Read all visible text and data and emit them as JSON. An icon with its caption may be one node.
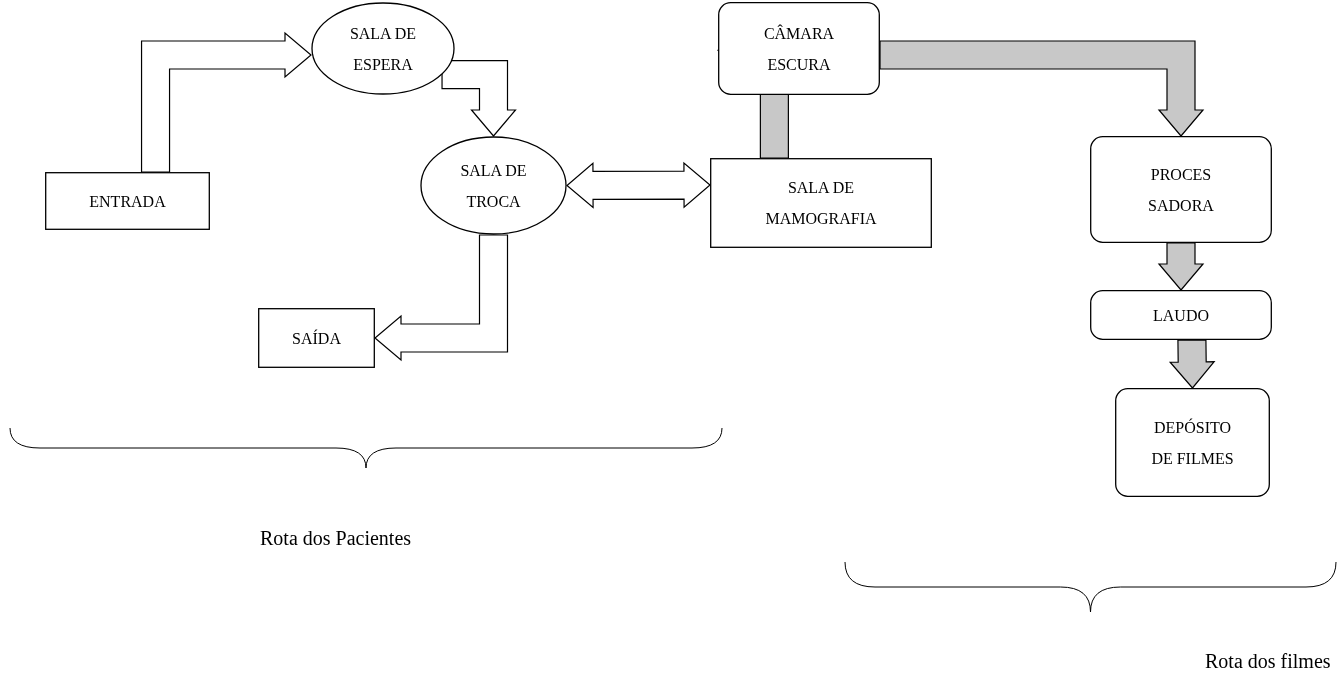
{
  "diagram": {
    "nodes": [
      {
        "text": [
          "ENTRADA"
        ]
      },
      {
        "text": [
          "SALA DE ESPERA"
        ]
      },
      {
        "text": [
          "SALA DE TROCA"
        ]
      },
      {
        "text": [
          "SAÍDA"
        ]
      },
      {
        "text": [
          "SALA DE MAMOGRAFIA"
        ]
      },
      {
        "text": [
          "CÂMARA ESCURA"
        ]
      },
      {
        "text": [
          "PROCES SADORA"
        ]
      },
      {
        "text": [
          "LAUDO"
        ]
      },
      {
        "text": [
          "DEPÓSITO DE FILMES"
        ]
      }
    ],
    "edges": [
      {
        "from": 0,
        "to": 1,
        "arrow": "to"
      },
      {
        "from": 1,
        "to": 2,
        "arrow": "to"
      },
      {
        "from": 2,
        "to": 3,
        "arrow": "to"
      },
      {
        "from": 2,
        "to": 4,
        "arrow": "both"
      },
      {
        "from": 4,
        "to": 5,
        "arrow": "to",
        "color": "#c8c8c8"
      },
      {
        "from": 5,
        "to": 6,
        "arrow": "to",
        "color": "#c8c8c8"
      },
      {
        "from": 6,
        "to": 7,
        "arrow": "to",
        "color": "#c8c8c8"
      },
      {
        "from": 7,
        "to": 8,
        "arrow": "to",
        "color": "#c8c8c8"
      }
    ],
    "labels": [
      "Rota dos Pacientes",
      "Rota dos filmes"
    ]
  }
}
